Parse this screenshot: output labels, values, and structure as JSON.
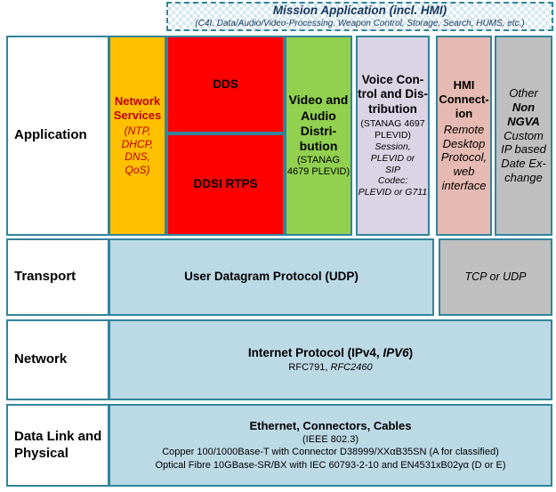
{
  "mission": {
    "title": "Mission Application (incl. HMI)",
    "subtitle": "(C4I, Data/Audio/Video-Processing, Weapon Control, Storage, Search, HUMS, etc.)"
  },
  "application": {
    "label": "Application",
    "network_services": {
      "title": "Network\nServices",
      "details": "(NTP,\nDHCP,\nDNS,\nQoS)"
    },
    "dds": "DDS",
    "ddsi_rtps": "DDSI RTPS",
    "video_audio": {
      "title": "Video and\nAudio\nDistri-\nbution",
      "details": "(STANAG\n4679 PLEVID)"
    },
    "voice": {
      "title": "Voice Con-\ntrol and Dis-\ntribution",
      "standard": "(STANAG 4697\nPLEVID)",
      "details": "Session, PLEVID or\nSIP\nCodec:\nPLEVID or G711"
    },
    "hmi": {
      "title": "HMI\nConnect-\nion",
      "details": "Remote\nDesktop\nProtocol,\nweb\ninterface"
    },
    "other": {
      "line1": "Other",
      "line2": "Non\nNGVA",
      "line3": "Custom\nIP based\nDate Ex-\nchange"
    }
  },
  "transport": {
    "label": "Transport",
    "udp": "User Datagram Protocol (UDP)",
    "tcp": "TCP or UDP"
  },
  "network": {
    "label": "Network",
    "title_pre": "Internet Protocol (IPv4, ",
    "title_italic": "IPV6",
    "title_post": ")",
    "rfc_pre": "RFC791, ",
    "rfc_italic": "RFC2460"
  },
  "datalink": {
    "label": "Data Link and\nPhysical",
    "title": "Ethernet, Connectors, Cables",
    "ieee": "(IEEE 802.3)",
    "copper": "Copper 100/1000Base-T with Connector D38999/XXαB35SN (A for classified)",
    "optical": "Optical Fibre 10GBase-SR/BX with IEC 60793-2-10 and EN4531xB02yα (D or E)"
  },
  "colors": {
    "teal_border": "#31849B",
    "orange": "#FFC000",
    "red": "#FF0000",
    "green": "#92D050",
    "lavender": "#DAD4E4",
    "pink": "#E6BAB2",
    "gray": "#BFBFBF",
    "light_blue": "#BCD9E6",
    "dark_red_text": "#C00000",
    "mission_text": "#17365D"
  }
}
